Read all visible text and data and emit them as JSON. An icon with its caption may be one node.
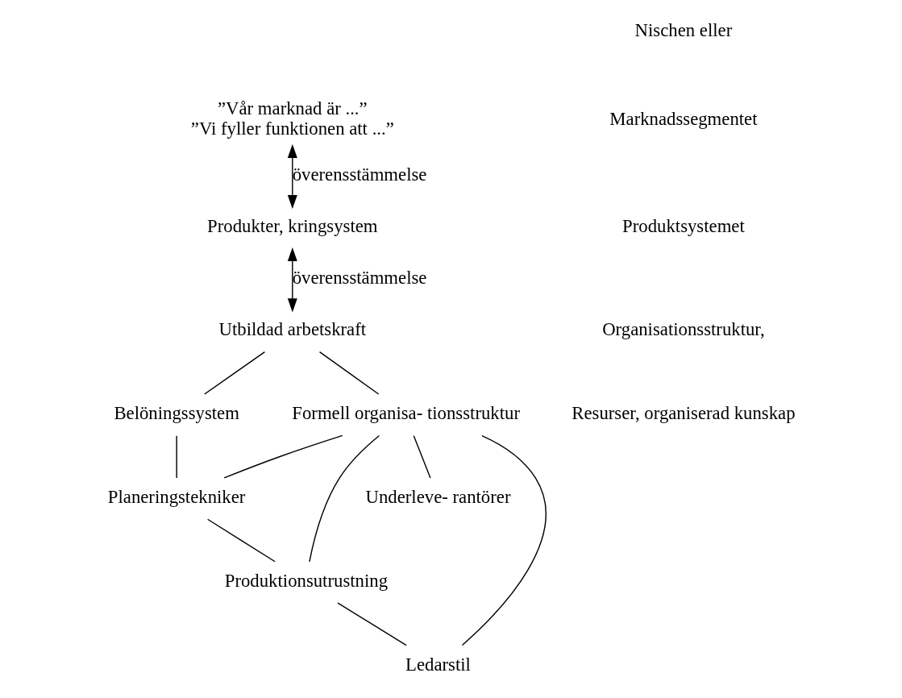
{
  "diagram": {
    "nodes": [
      {
        "text": [
          "”Vår marknad är ...”",
          "”Vi fyller funktionen att ...”"
        ]
      },
      {
        "text": [
          "Produkter, kringsystem"
        ]
      },
      {
        "text": [
          "Utbildad arbetskraft"
        ]
      },
      {
        "text": [
          "Belöningssystem"
        ]
      },
      {
        "text": [
          "Formell organisa- tionsstruktur"
        ]
      },
      {
        "text": [
          "Planeringstekniker"
        ]
      },
      {
        "text": [
          "Produktionsutrustning"
        ]
      },
      {
        "text": [
          "Underleve- rantörer"
        ]
      },
      {
        "text": [
          "Ledarstil"
        ]
      }
    ],
    "edges": [
      {
        "from": 0,
        "to": 1,
        "arrow": "both",
        "label": "överensstämmelse"
      },
      {
        "from": 1,
        "to": 2,
        "arrow": "both",
        "label": "överensstämmelse"
      },
      {
        "from": 2,
        "to": 4,
        "arrow": "none"
      },
      {
        "from": 2,
        "to": 3,
        "arrow": "none"
      },
      {
        "from": 3,
        "to": 5,
        "arrow": "none"
      },
      {
        "from": 4,
        "to": 5,
        "arrow": "none"
      },
      {
        "from": 4,
        "to": 6,
        "arrow": "none"
      },
      {
        "from": 5,
        "to": 6,
        "arrow": "none"
      },
      {
        "from": 6,
        "to": 8,
        "arrow": "none"
      },
      {
        "from": 4,
        "to": 7,
        "arrow": "none"
      },
      {
        "from": 4,
        "to": 8,
        "arrow": "none"
      }
    ],
    "labels": [
      "Nischen eller",
      "Marknadssegmentet",
      "Produktsystemet",
      "Organisationsstruktur,",
      "Resurser, organiserad kunskap"
    ]
  }
}
